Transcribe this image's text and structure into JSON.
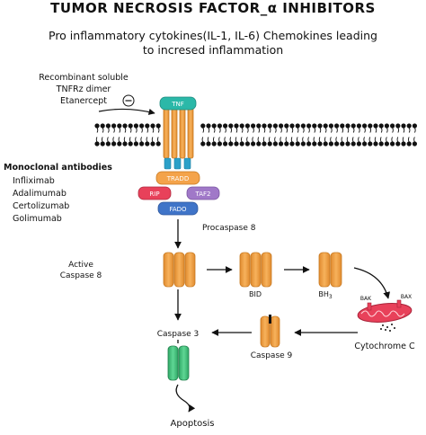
{
  "title": "TUMOR NECROSIS FACTOR_α INHIBITORS",
  "subtitle_line1": "Pro inflammatory cytokines(IL-1, IL-6) Chemokines leading",
  "subtitle_line2": "to incresed inflammation",
  "inhibitor_labels": [
    "Recombinant soluble",
    "TNFRz dimer",
    "Etanercept"
  ],
  "minus_sign": "⊖",
  "receptor": {
    "tnf": "TNF",
    "tradd": "TRADD",
    "rip": "RIP",
    "taf2": "TAF2",
    "fado": "FADO"
  },
  "antibodies": {
    "heading": "Monoclonal antibodies",
    "items": [
      "Infliximab",
      "Adalimumab",
      "Certolizumab",
      "Golimumab"
    ]
  },
  "pathway": {
    "procaspase8": "Procaspase 8",
    "active_caspase8_line1": "Active",
    "active_caspase8_line2": "Caspase 8",
    "bid": "BID",
    "bh3": "BH",
    "bh3_sub": "3",
    "bak1": "BAK",
    "bak2": "BAX",
    "cytochrome": "Cytochrome C",
    "caspase9": "Caspase 9",
    "caspase3": "Caspase 3",
    "apoptosis": "Apoptosis"
  },
  "colors": {
    "orange": "#F4A34A",
    "orange_dark": "#C87A22",
    "teal": "#2BB8A8",
    "green": "#3FBF7A",
    "pink": "#E8415A",
    "purple": "#A078C8",
    "blue": "#3F74C8"
  }
}
